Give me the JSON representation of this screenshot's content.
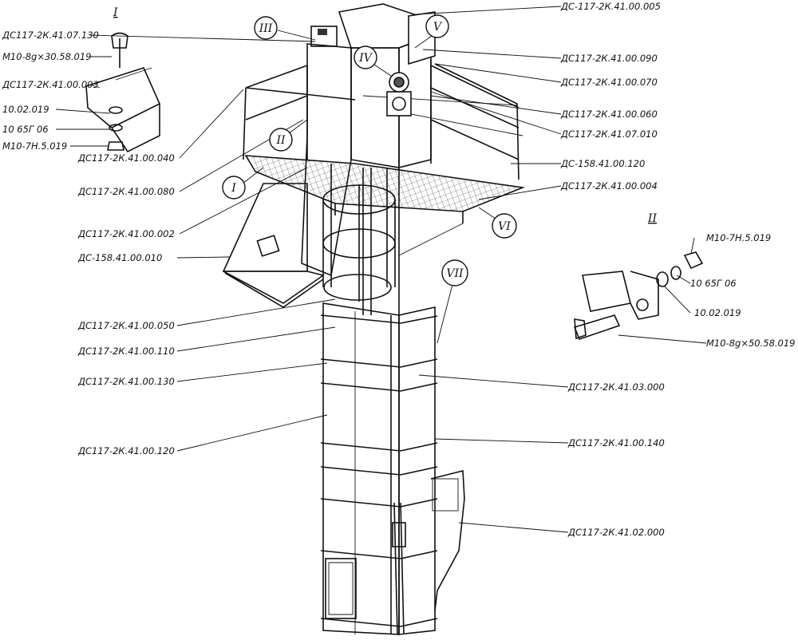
{
  "labels_right": [
    "ДС-117-2К.41.00.005",
    "ДС117-2К.41.00.090",
    "ДС117-2К.41.00.070",
    "ДС117-2К.41.00.060",
    "ДС117-2К.41.07.010",
    "ДС-158.41.00.120",
    "ДС117-2К.41.00.004",
    "ДС117-2К.41.03.000",
    "ДС117-2К.41.00.140",
    "ДС117-2К.41.02.000"
  ],
  "labels_left": [
    "ДС117-2К.41.07.130",
    "ДС117-2К.41.00.040",
    "ДС117-2К.41.00.080",
    "ДС117-2К.41.00.002",
    "ДС-158.41.00.010",
    "ДС117-2К.41.00.050",
    "ДС117-2К.41.00.110",
    "ДС117-2К.41.00.130",
    "ДС117-2К.41.00.120"
  ],
  "detail_I": {
    "title": "I",
    "labels": [
      "М10-8g×30.58.019",
      "ДС117-2К.41.00.003",
      "10.02.019",
      "10 65Г 06",
      "М10-7Н.5.019"
    ]
  },
  "detail_II": {
    "title": "II",
    "labels": [
      "М10-7Н.5.019",
      "10 65Г 06",
      "10.02.019",
      "М10-8g×50.58.019"
    ]
  },
  "callouts": [
    "III",
    "IV",
    "V",
    "II",
    "I",
    "VI",
    "VII"
  ]
}
